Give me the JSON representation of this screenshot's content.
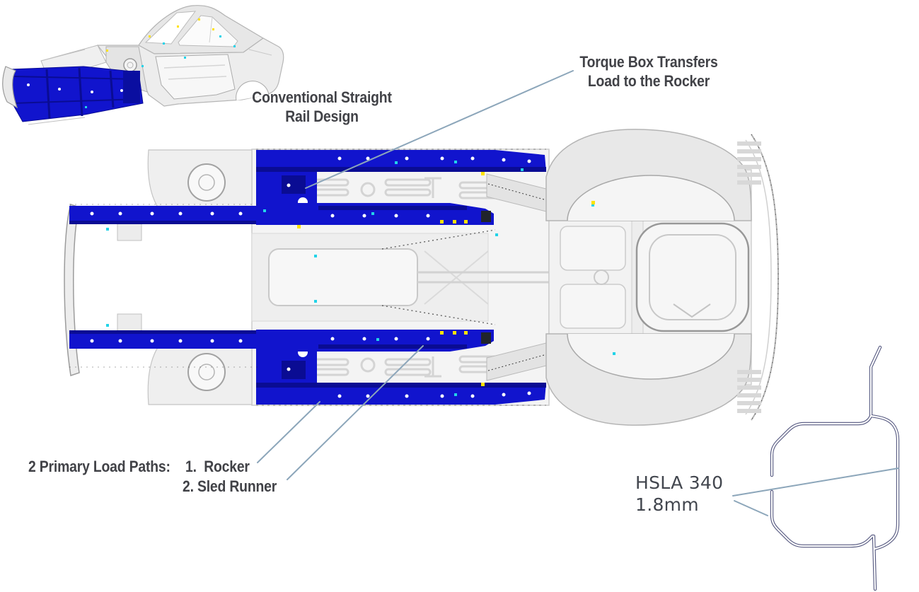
{
  "annotations": {
    "inset_caption": {
      "line1": "Conventional Straight",
      "line2": "Rail Design"
    },
    "torque_box_callout": {
      "line1": "Torque Box Transfers",
      "line2": "Load to the Rocker"
    },
    "load_paths": {
      "heading": "2 Primary Load Paths:",
      "items": [
        "1.  Rocker",
        "2. Sled Runner"
      ]
    },
    "material_callout": {
      "grade": "HSLA 340",
      "thickness": "1.8mm"
    }
  },
  "colors": {
    "load_path_blue": "#1114cd",
    "load_path_blue_dark": "#0a0c93",
    "leader_line": "#8ca6ba",
    "section_outline": "#54577f",
    "label_text": "#414247",
    "material_text": "#42464e",
    "weld_dot_cyan": "#22d3e8",
    "weld_dot_yellow": "#ffe200"
  }
}
